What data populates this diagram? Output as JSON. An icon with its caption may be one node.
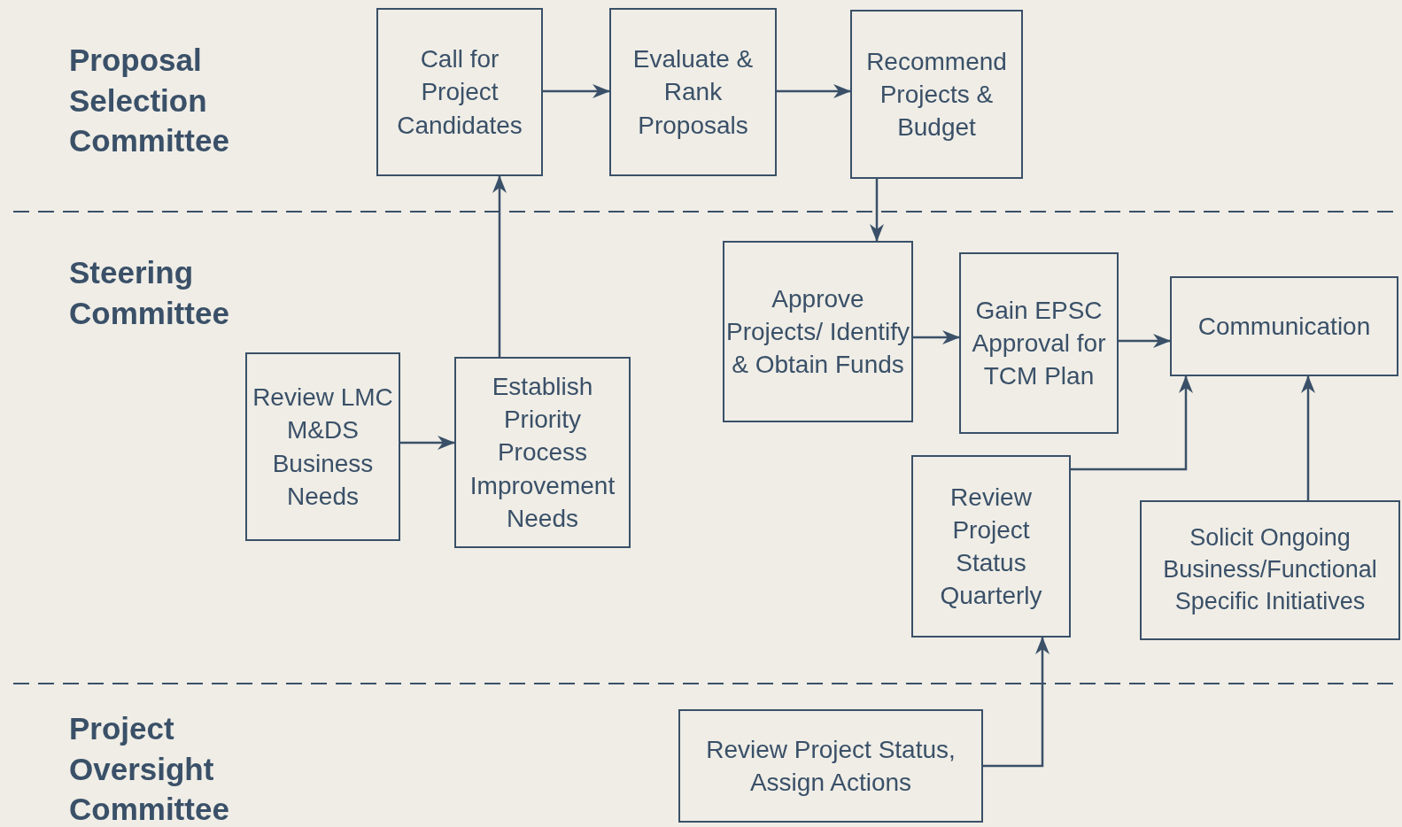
{
  "diagram": {
    "nodes": [
      {
        "text": [
          "Call for Project Candidates"
        ]
      },
      {
        "text": [
          "Evaluate & Rank Proposals"
        ]
      },
      {
        "text": [
          "Recommend Projects & Budget"
        ]
      },
      {
        "text": [
          "Approve Projects/ Identify & Obtain Funds"
        ]
      },
      {
        "text": [
          "Gain EPSC Approval for TCM Plan"
        ]
      },
      {
        "text": [
          "Communication"
        ]
      },
      {
        "text": [
          "Review LMC M&DS Business Needs"
        ]
      },
      {
        "text": [
          "Establish Priority Process Improvement Needs"
        ]
      },
      {
        "text": [
          "Review Project Status Quarterly"
        ]
      },
      {
        "text": [
          "Solicit Ongoing Business/Functional Specific Initiatives"
        ]
      },
      {
        "text": [
          "Review Project Status, Assign Actions"
        ]
      }
    ],
    "edges": [
      {
        "from": 0,
        "to": 1,
        "arrow": "to"
      },
      {
        "from": 1,
        "to": 2,
        "arrow": "to"
      },
      {
        "from": 2,
        "to": 3,
        "arrow": "to"
      },
      {
        "from": 3,
        "to": 4,
        "arrow": "to"
      },
      {
        "from": 4,
        "to": 5,
        "arrow": "to"
      },
      {
        "from": 6,
        "to": 7,
        "arrow": "to"
      },
      {
        "from": 7,
        "to": 0,
        "arrow": "to"
      },
      {
        "from": 8,
        "to": 5,
        "arrow": "to"
      },
      {
        "from": 9,
        "to": 5,
        "arrow": "to"
      },
      {
        "from": 10,
        "to": 8,
        "arrow": "to"
      }
    ],
    "labels": [
      "Proposal Selection Committee",
      "Steering Committee",
      "Project Oversight Committee"
    ]
  }
}
